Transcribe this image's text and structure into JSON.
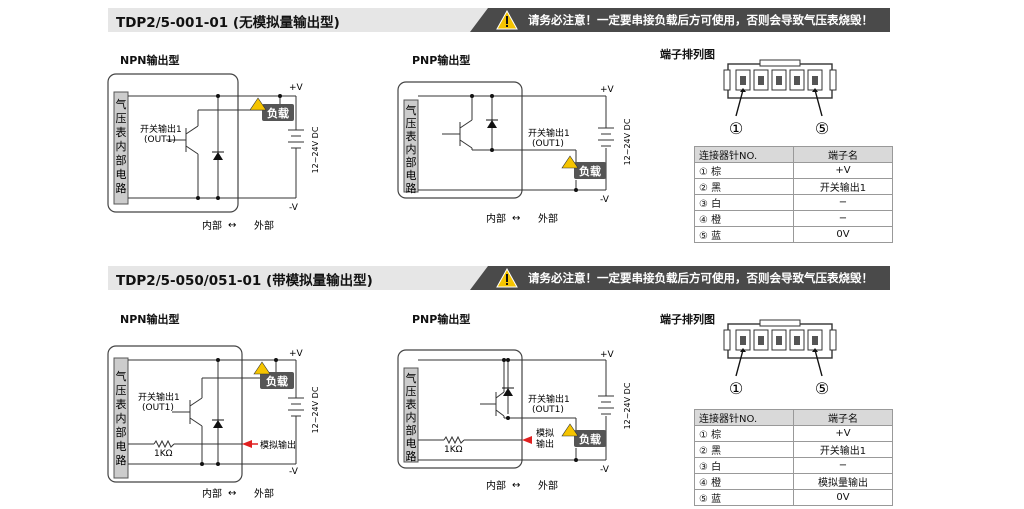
{
  "sections": [
    {
      "title": "TDP2/5-001-01 (无模拟量输出型)",
      "warning": "请务必注意！一定要串接负载后方可使用，否则会导致气压表烧毁！",
      "npn_label": "NPN输出型",
      "pnp_label": "PNP输出型",
      "terminal_label": "端子排列图",
      "table": {
        "headers": [
          "连接器针NO.",
          "端子名"
        ],
        "rows": [
          [
            "① 棕",
            "+V"
          ],
          [
            "② 黑",
            "开关输出1"
          ],
          [
            "③ 白",
            "−"
          ],
          [
            "④ 橙",
            "−"
          ],
          [
            "⑤ 蓝",
            "0V"
          ]
        ]
      }
    },
    {
      "title": "TDP2/5-050/051-01 (带模拟量输出型)",
      "warning": "请务必注意！一定要串接负载后方可使用，否则会导致气压表烧毁！",
      "npn_label": "NPN输出型",
      "pnp_label": "PNP输出型",
      "terminal_label": "端子排列图",
      "table": {
        "headers": [
          "连接器针NO.",
          "端子名"
        ],
        "rows": [
          [
            "① 棕",
            "+V"
          ],
          [
            "② 黑",
            "开关输出1"
          ],
          [
            "③ 白",
            "−"
          ],
          [
            "④ 橙",
            "模拟量输出"
          ],
          [
            "⑤ 蓝",
            "0V"
          ]
        ]
      }
    }
  ],
  "circuit": {
    "inner_box": "气压表内部电路",
    "load": "负载",
    "plus_v": "+V",
    "minus_v": "-V",
    "switch_out": "开关输出1",
    "out1": "(OUT1)",
    "supply": "12~24V DC",
    "inner": "内部",
    "outer": "外部",
    "analog_out": "模拟输出",
    "analog_out_pnp_1": "模拟",
    "analog_out_pnp_2": "输出",
    "resistor": "1KΩ"
  },
  "connector": {
    "pin1": "①",
    "pin5": "⑤"
  },
  "colors": {
    "accent": "#4a4a4a",
    "warning": "#f5c400",
    "analog_arrow": "#e02020",
    "bar_bg": "#e6e6e6"
  }
}
